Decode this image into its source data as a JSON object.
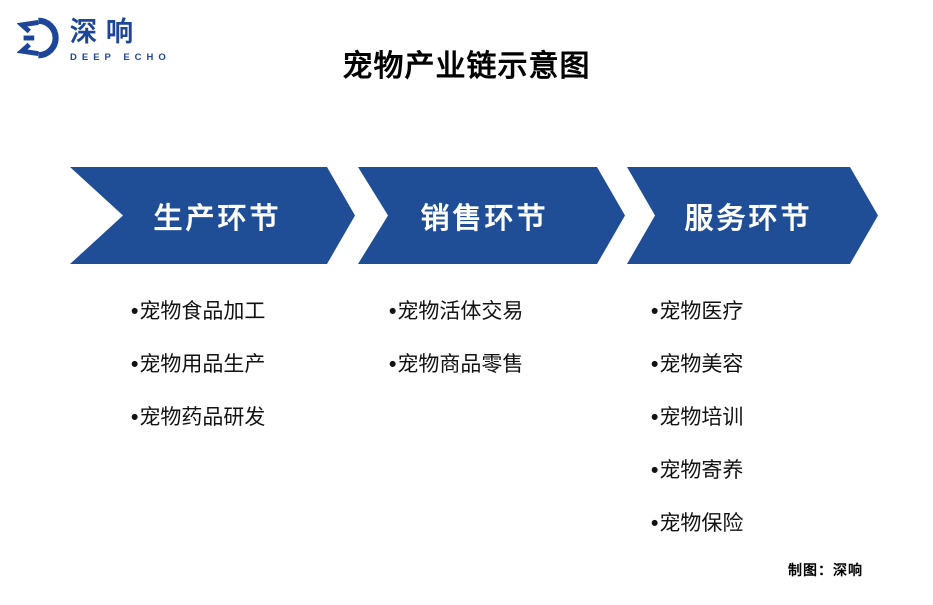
{
  "brand": {
    "logo_text": "深响",
    "logo_subtext": "DEEP ECHO",
    "logo_color": "#1d4699"
  },
  "title": "宠物产业链示意图",
  "diagram": {
    "accent_color": "#1f4e97",
    "bullet_char": "•",
    "stages": [
      {
        "label": "生产环节",
        "items": [
          "宠物食品加工",
          "宠物用品生产",
          "宠物药品研发"
        ]
      },
      {
        "label": "销售环节",
        "items": [
          "宠物活体交易",
          "宠物商品零售"
        ]
      },
      {
        "label": "服务环节",
        "items": [
          "宠物医疗",
          "宠物美容",
          "宠物培训",
          "宠物寄养",
          "宠物保险"
        ]
      }
    ]
  },
  "footer": {
    "credit": "制图：深响"
  }
}
